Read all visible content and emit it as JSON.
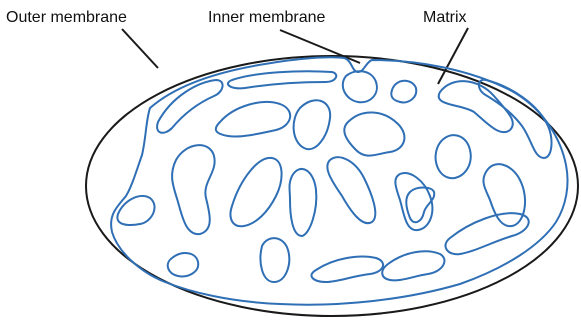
{
  "labels": {
    "outer": "Outer membrane",
    "inner": "Inner membrane",
    "matrix": "Matrix"
  },
  "colors": {
    "outer_stroke": "#1a1a1a",
    "inner_stroke": "#2f6fb5",
    "leader": "#1a1a1a",
    "text": "#111111",
    "background": "#ffffff"
  }
}
